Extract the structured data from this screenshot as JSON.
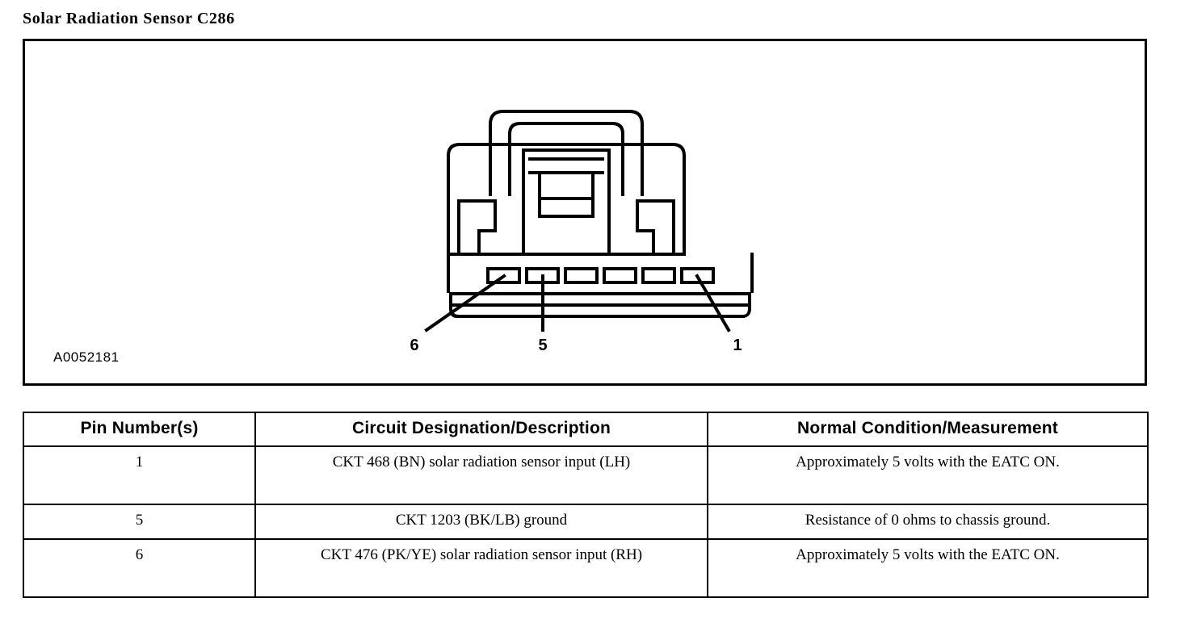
{
  "document": {
    "title": "Solar Radiation Sensor C286"
  },
  "figure": {
    "id_label": "A0052181",
    "connector": {
      "cavity_count": 6,
      "callouts": [
        {
          "label": "6",
          "pin": 6
        },
        {
          "label": "5",
          "pin": 5
        },
        {
          "label": "1",
          "pin": 1
        }
      ]
    }
  },
  "table": {
    "headers": [
      "Pin Number(s)",
      "Circuit Designation/Description",
      "Normal Condition/Measurement"
    ],
    "rows": [
      {
        "pin": "1",
        "circuit": "CKT 468 (BN) solar radiation sensor input (LH)",
        "condition": "Approximately 5 volts with the EATC ON."
      },
      {
        "pin": "5",
        "circuit": "CKT 1203 (BK/LB) ground",
        "condition": "Resistance of 0 ohms to chassis ground."
      },
      {
        "pin": "6",
        "circuit": "CKT 476 (PK/YE) solar radiation sensor input (RH)",
        "condition": "Approximately 5 volts with the EATC ON."
      }
    ]
  },
  "colors": {
    "ink": "#000000",
    "paper": "#ffffff"
  }
}
